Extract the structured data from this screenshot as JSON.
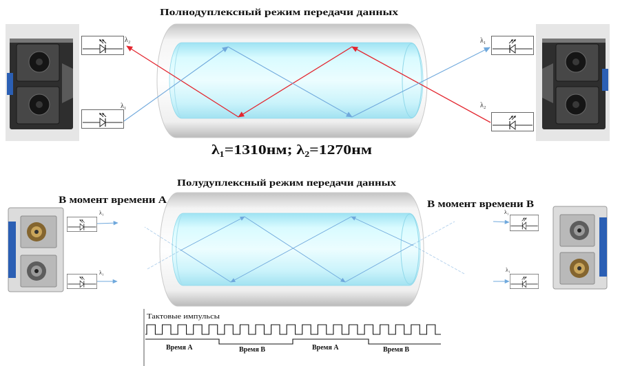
{
  "full_duplex": {
    "title": "Полнодуплексный режим передачи данных",
    "wavelengths": "λ₁=1310нм; λ₂=1270нм",
    "left": {
      "top_label": "λ₂",
      "bottom_label": "λ₁"
    },
    "right": {
      "top_label": "λ₁",
      "bottom_label": "λ₂"
    }
  },
  "half_duplex": {
    "title": "Полудуплексный режим передачи данных",
    "moment_a": "В момент времени А",
    "moment_b": "В момент времени В",
    "left": {
      "top_label": "λ₁",
      "bottom_label": "λ₁"
    },
    "right": {
      "top_label": "λ₁",
      "bottom_label": "λ₁"
    }
  },
  "timing": {
    "clock_label": "Тактовые импульсы",
    "segments": [
      "Время А",
      "Время В",
      "Время А",
      "Время В"
    ]
  },
  "colors": {
    "ray_red": "#e3262f",
    "ray_blue": "#6fa8dc",
    "core": "#c9f5ff",
    "module_tab": "#2b5fb4"
  },
  "icons": {
    "emitter": "led-diode-icon",
    "module": "sfp-transceiver-icon"
  }
}
